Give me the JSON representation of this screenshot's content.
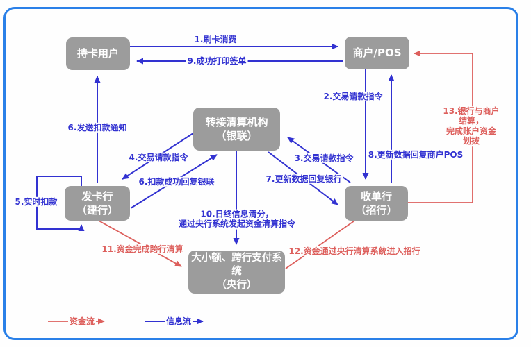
{
  "diagram": {
    "nodes": {
      "cardholder": "持卡用户",
      "merchant_pos": "商户/POS",
      "unionpay": "转接清算机构\n（银联）",
      "issuing_bank": "发卡行\n（建行）",
      "acquiring_bank": "收单行\n（招行）",
      "pboc_system": "大小额、跨行支付系统\n（央行）"
    },
    "flow_labels": {
      "f1": "1.刷卡消费",
      "f2": "2.交易请款指令",
      "f3": "3.交易请款指令",
      "f4": "4.交易请款指令",
      "f5": "5.实时扣款",
      "f6_notice": "6.发送扣款通知",
      "f6_reply": "6.扣款成功回复银联",
      "f7": "7.更新数据回复银行",
      "f8": "8.更新数据回复商户POS",
      "f9": "9.成功打印签单",
      "f10": "10.日终信息清分，\n通过央行系统发起资金清算指令",
      "f11": "11.资金完成跨行清算",
      "f12": "12.资金通过央行清算系统进入招行",
      "f13": "13.银行与商户结算，\n完成账户资金划拨"
    },
    "legend": {
      "funds_flow": "资金流",
      "info_flow": "信息流"
    },
    "colors": {
      "info_flow": "#3232d1",
      "funds_flow": "#dd5f5c",
      "node_bg": "#9c9c9c",
      "node_text": "#ffffff",
      "frame_border": "#2a80e8",
      "background": "#fefefe"
    }
  }
}
